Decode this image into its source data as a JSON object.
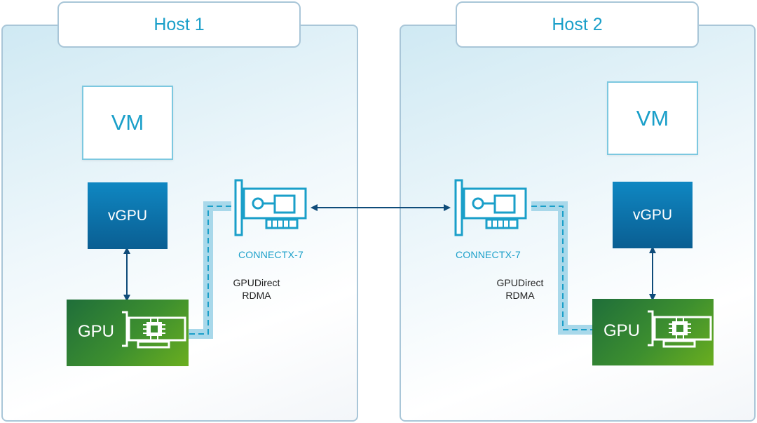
{
  "host1": {
    "title": "Host 1",
    "vm_label": "VM",
    "vgpu_label": "vGPU",
    "gpu_label": "GPU",
    "nic_label": "CONNECTX-7",
    "rdma_line1": "GPUDirect",
    "rdma_line2": "RDMA"
  },
  "host2": {
    "title": "Host 2",
    "vm_label": "VM",
    "vgpu_label": "vGPU",
    "gpu_label": "GPU",
    "nic_label": "CONNECTX-7",
    "rdma_line1": "GPUDirect",
    "rdma_line2": "RDMA"
  },
  "colors": {
    "accent_blue": "#1a9fc9",
    "vgpu_blue": "#0a6ea8",
    "gpu_green": "#3d8f2f",
    "arrow_navy": "#0f4c7a",
    "rdma_path": "#a8d8ea"
  },
  "icons": {
    "nic": "network-card-icon",
    "gpu": "gpu-card-icon"
  }
}
